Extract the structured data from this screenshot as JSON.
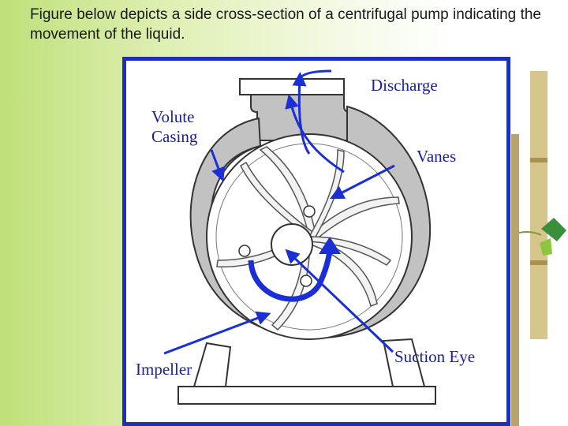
{
  "caption": "Figure below depicts a side cross-section of a centrifugal pump indicating the movement of the liquid.",
  "labels": {
    "discharge": "Discharge",
    "volute_casing": "Volute\nCasing",
    "vanes": "Vanes",
    "impeller": "Impeller",
    "suction_eye": "Suction Eye"
  },
  "colors": {
    "frame": "#1d2fbf",
    "arrow": "#1a2fd6",
    "casing_fill": "#c2c2c2",
    "label_text": "#1a1f9a",
    "background_green": "#bfe07a"
  },
  "icons": {
    "bamboo": "bamboo-decoration-icon",
    "pump": "centrifugal-pump-icon"
  }
}
